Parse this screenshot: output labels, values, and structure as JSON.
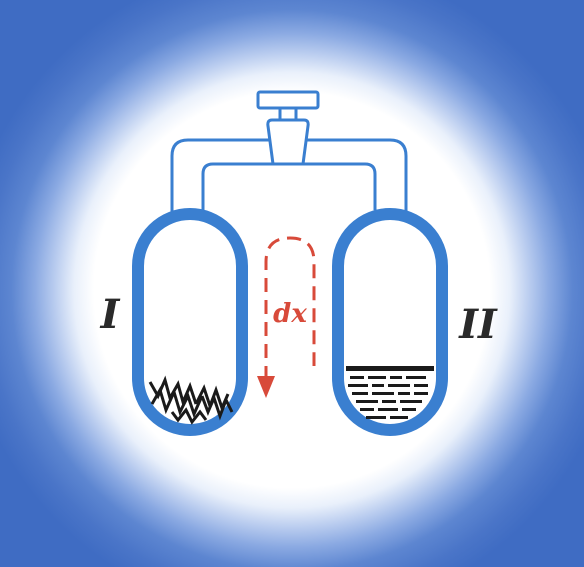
{
  "labels": {
    "left_vessel": "I",
    "right_vessel": "II",
    "transfer": "dx"
  },
  "colors": {
    "background": "#3f6cc3",
    "glow": "#ffffff",
    "vessel_stroke": "#3a7fd0",
    "tube": "#3a7fd0",
    "arrow": "#d84a3a",
    "text": "#2a2a2a",
    "content": "#1a1a1a"
  },
  "icons": {
    "valve": "valve-icon",
    "crystals": "crystals-icon",
    "liquid": "liquid-icon",
    "arrow": "arrow-down-icon"
  }
}
